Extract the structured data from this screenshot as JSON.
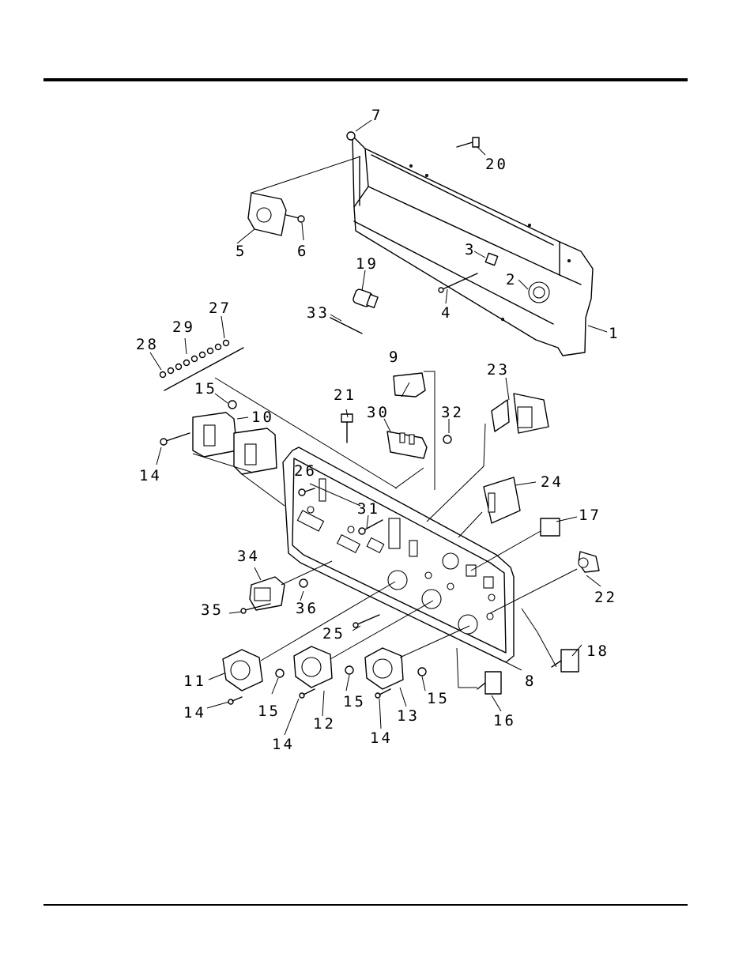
{
  "diagram": {
    "callouts": [
      "1",
      "2",
      "3",
      "4",
      "5",
      "6",
      "7",
      "8",
      "9",
      "10",
      "11",
      "12",
      "13",
      "14",
      "14",
      "14",
      "14",
      "15",
      "15",
      "15",
      "15",
      "16",
      "17",
      "18",
      "19",
      "20",
      "21",
      "22",
      "23",
      "24",
      "25",
      "26",
      "27",
      "28",
      "29",
      "30",
      "31",
      "32",
      "33",
      "34",
      "35",
      "36"
    ]
  }
}
